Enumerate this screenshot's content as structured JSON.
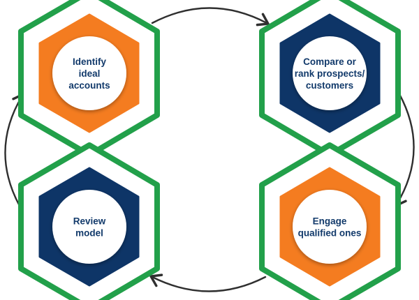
{
  "colors": {
    "hex_border": "#22a04a",
    "orange": "#f47c20",
    "navy": "#0e3567",
    "circle": "#ffffff",
    "arrow": "#2f2f2f",
    "text": "#123a6b"
  },
  "steps": [
    {
      "lines": [
        "Identify",
        "ideal",
        "accounts"
      ],
      "fill": "orange"
    },
    {
      "lines": [
        "Compare or",
        "rank prospects/",
        "customers"
      ],
      "fill": "navy"
    },
    {
      "lines": [
        "Engage",
        "qualified ones"
      ],
      "fill": "orange"
    },
    {
      "lines": [
        "Review",
        "model"
      ],
      "fill": "navy"
    }
  ],
  "flow": "clockwise"
}
